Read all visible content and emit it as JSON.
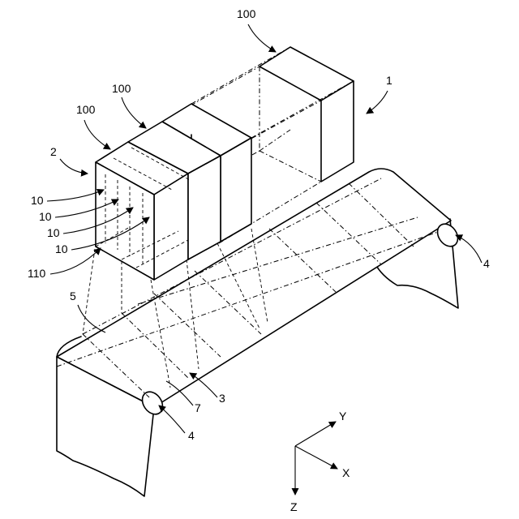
{
  "figure": {
    "labels": {
      "device": "1",
      "head_group": "2",
      "conveyor": "3",
      "roller": "4",
      "medium": "5",
      "image": "7",
      "nozzle": "10",
      "head_unit": "100",
      "nozzle_face": "110"
    },
    "axes": {
      "x": "X",
      "y": "Y",
      "z": "Z"
    }
  }
}
